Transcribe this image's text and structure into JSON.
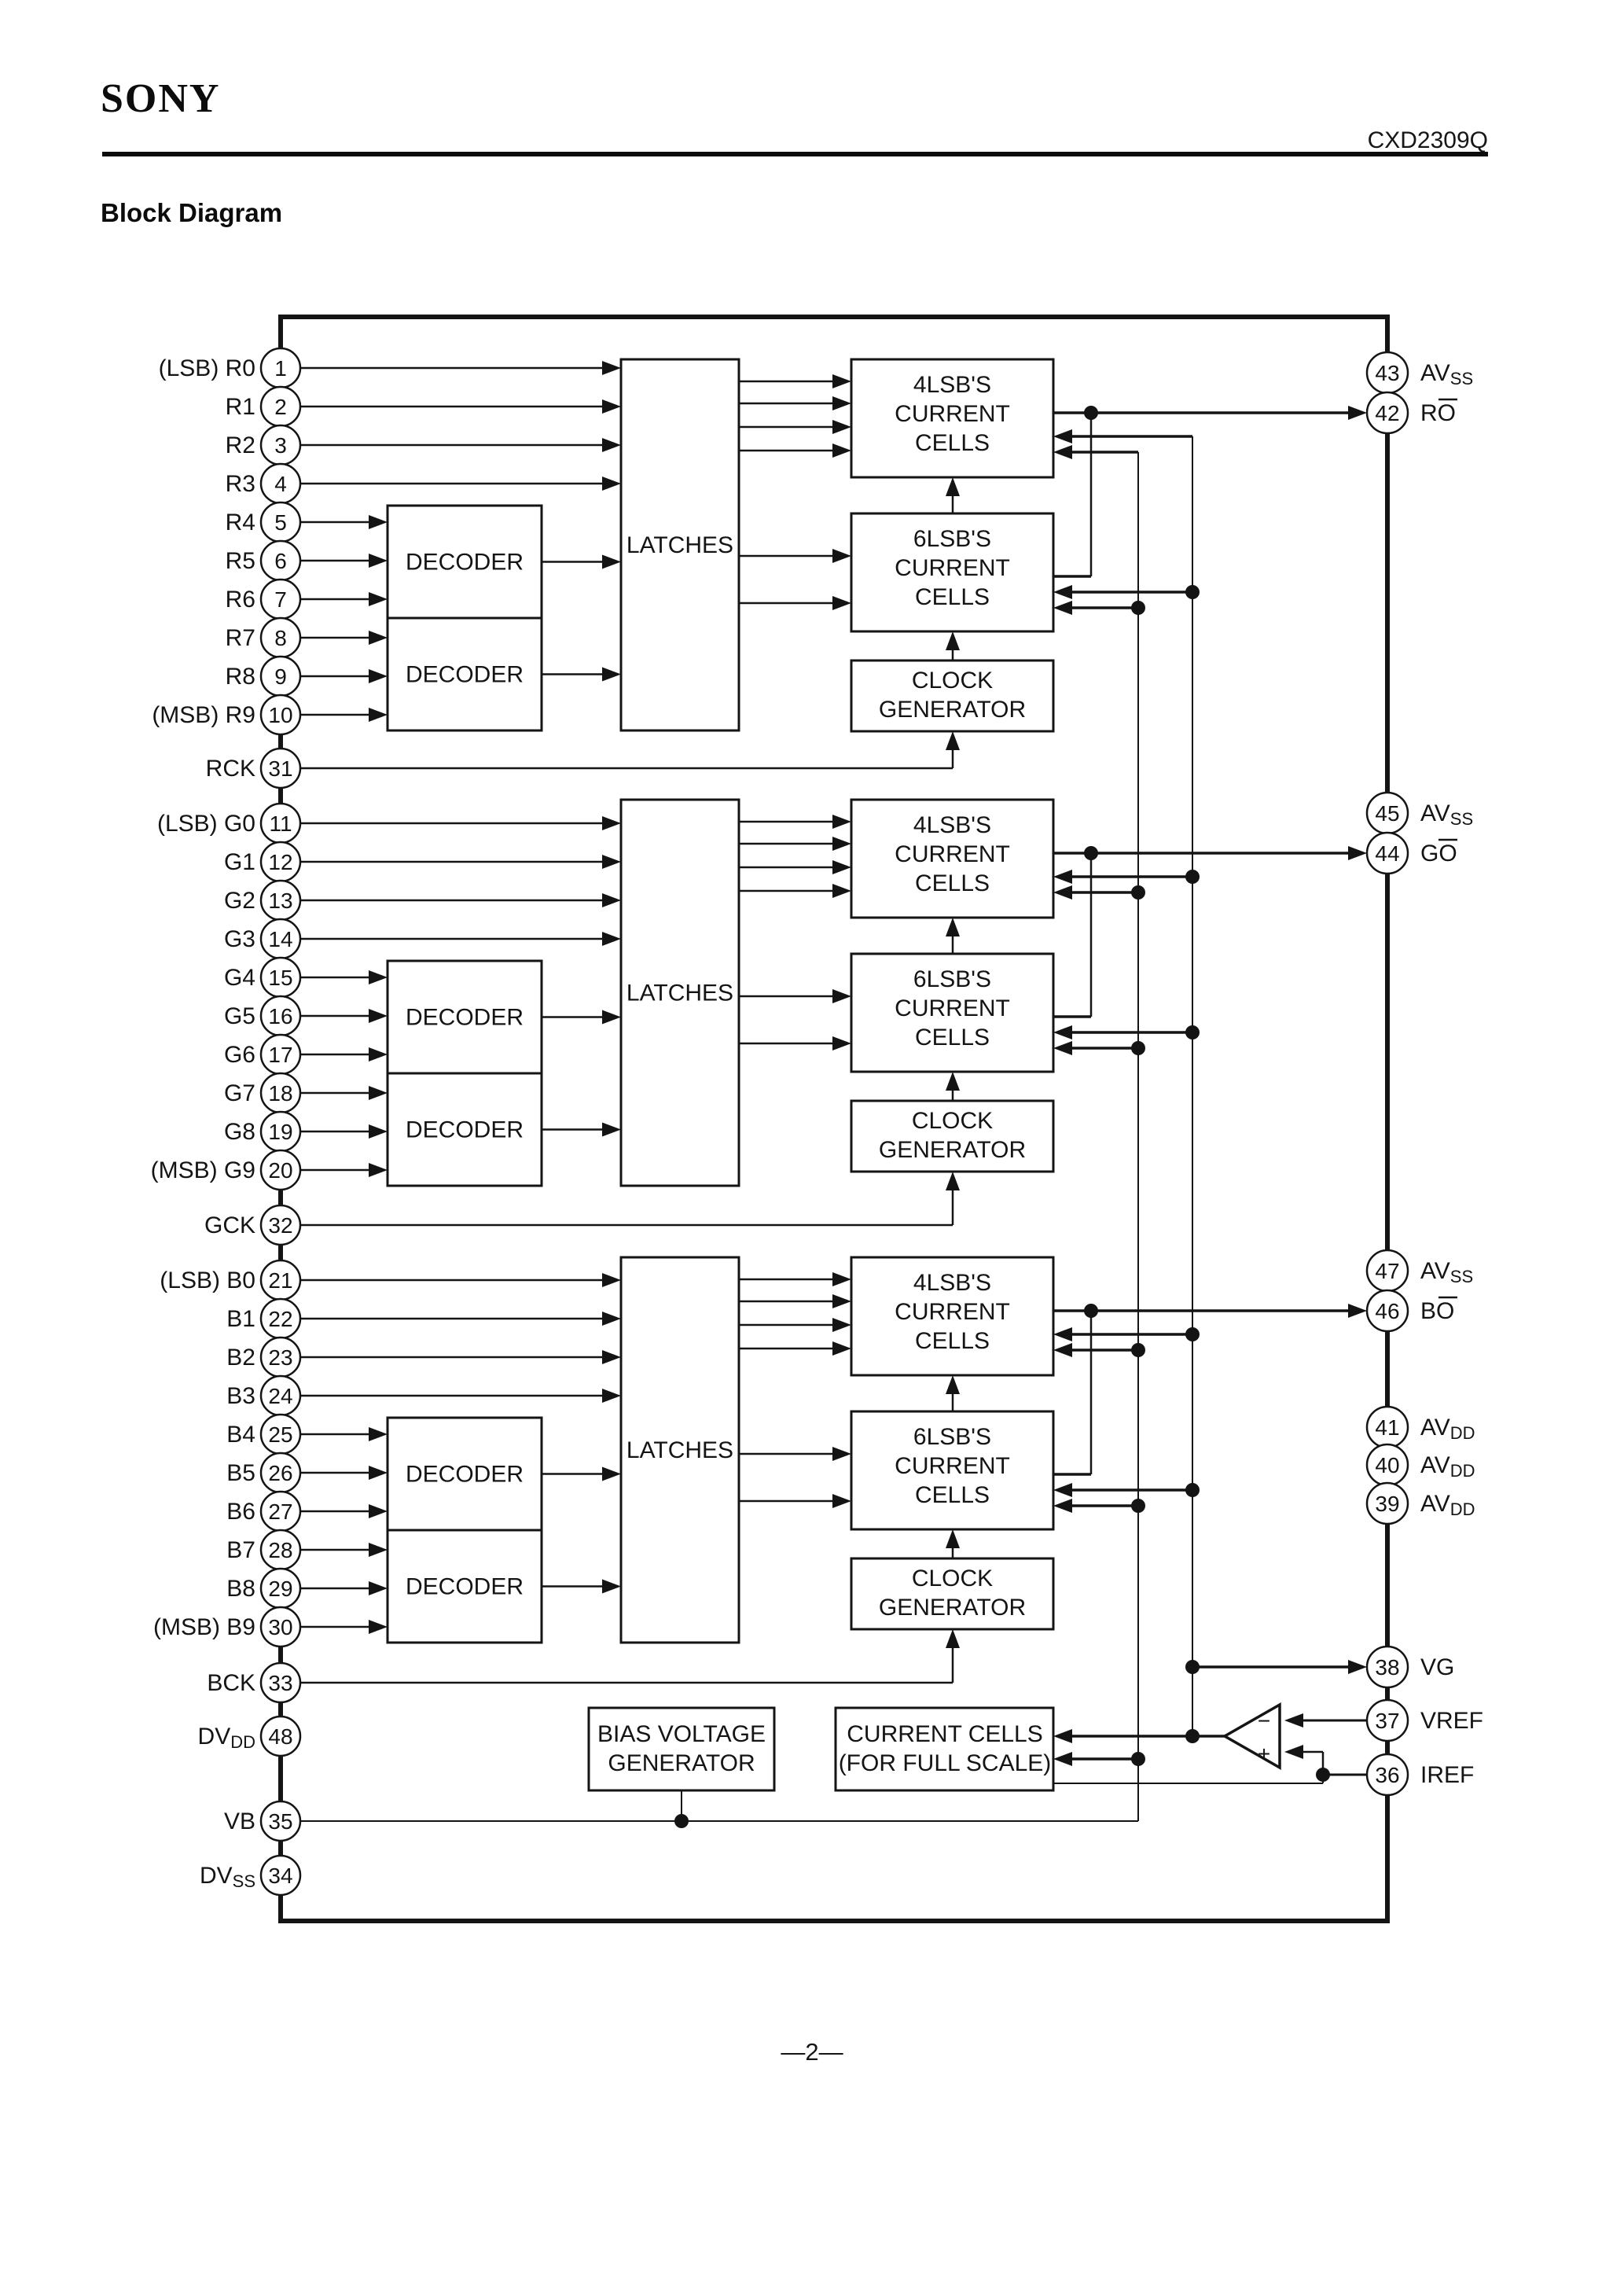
{
  "header": {
    "brand": "SONY",
    "part_number": "CXD2309Q"
  },
  "title": "Block Diagram",
  "page_number": "—2—",
  "diagram": {
    "blocks": {
      "latches": "LATCHES",
      "decoder": "DECODER",
      "cells_4lsb": [
        "4LSB'S",
        "CURRENT",
        "CELLS"
      ],
      "cells_6lsb": [
        "6LSB'S",
        "CURRENT",
        "CELLS"
      ],
      "clock_generator": [
        "CLOCK",
        "GENERATOR"
      ],
      "bias_voltage_generator": [
        "BIAS VOLTAGE",
        "GENERATOR"
      ],
      "full_scale_cells": [
        "CURRENT CELLS",
        "(FOR FULL SCALE)"
      ]
    },
    "opamp": {
      "minus": "−",
      "plus": "+"
    },
    "left_pins": [
      {
        "num": "1",
        "label": "(LSB) R0"
      },
      {
        "num": "2",
        "label": "R1"
      },
      {
        "num": "3",
        "label": "R2"
      },
      {
        "num": "4",
        "label": "R3"
      },
      {
        "num": "5",
        "label": "R4"
      },
      {
        "num": "6",
        "label": "R5"
      },
      {
        "num": "7",
        "label": "R6"
      },
      {
        "num": "8",
        "label": "R7"
      },
      {
        "num": "9",
        "label": "R8"
      },
      {
        "num": "10",
        "label": "(MSB) R9"
      },
      {
        "num": "31",
        "label": "RCK"
      },
      {
        "num": "11",
        "label": "(LSB) G0"
      },
      {
        "num": "12",
        "label": "G1"
      },
      {
        "num": "13",
        "label": "G2"
      },
      {
        "num": "14",
        "label": "G3"
      },
      {
        "num": "15",
        "label": "G4"
      },
      {
        "num": "16",
        "label": "G5"
      },
      {
        "num": "17",
        "label": "G6"
      },
      {
        "num": "18",
        "label": "G7"
      },
      {
        "num": "19",
        "label": "G8"
      },
      {
        "num": "20",
        "label": "(MSB) G9"
      },
      {
        "num": "32",
        "label": "GCK"
      },
      {
        "num": "21",
        "label": "(LSB) B0"
      },
      {
        "num": "22",
        "label": "B1"
      },
      {
        "num": "23",
        "label": "B2"
      },
      {
        "num": "24",
        "label": "B3"
      },
      {
        "num": "25",
        "label": "B4"
      },
      {
        "num": "26",
        "label": "B5"
      },
      {
        "num": "27",
        "label": "B6"
      },
      {
        "num": "28",
        "label": "B7"
      },
      {
        "num": "29",
        "label": "B8"
      },
      {
        "num": "30",
        "label": "(MSB) B9"
      },
      {
        "num": "33",
        "label": "BCK"
      },
      {
        "num": "48",
        "base": "DV",
        "sub": "DD"
      },
      {
        "num": "35",
        "label": "VB"
      },
      {
        "num": "34",
        "base": "DV",
        "sub": "SS"
      }
    ],
    "right_pins": [
      {
        "num": "43",
        "base": "AV",
        "sub": "SS"
      },
      {
        "num": "42",
        "base": "R",
        "over": "O"
      },
      {
        "num": "45",
        "base": "AV",
        "sub": "SS"
      },
      {
        "num": "44",
        "base": "G",
        "over": "O"
      },
      {
        "num": "47",
        "base": "AV",
        "sub": "SS"
      },
      {
        "num": "46",
        "base": "B",
        "over": "O"
      },
      {
        "num": "41",
        "base": "AV",
        "sub": "DD"
      },
      {
        "num": "40",
        "base": "AV",
        "sub": "DD"
      },
      {
        "num": "39",
        "base": "AV",
        "sub": "DD"
      },
      {
        "num": "38",
        "label": "VG"
      },
      {
        "num": "37",
        "label": "VREF"
      },
      {
        "num": "36",
        "label": "IREF"
      }
    ]
  }
}
